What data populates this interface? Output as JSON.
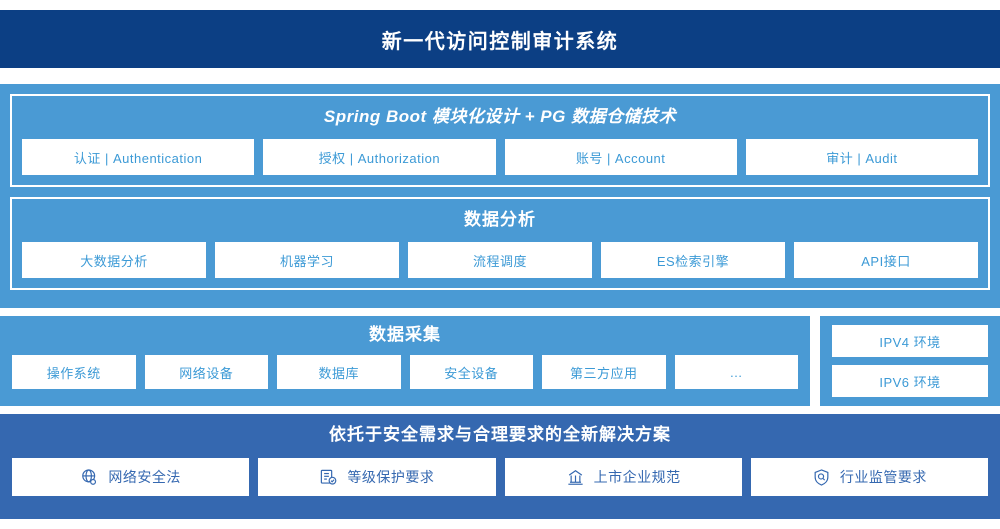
{
  "header": {
    "title": "新一代访问控制审计系统"
  },
  "colors": {
    "header_bg": "#0c3f84",
    "panel_blue": "#4a9ad4",
    "solution_blue": "#3568b0",
    "card_text": "#3c9ad6",
    "card_bg": "#ffffff"
  },
  "architecture": {
    "platform": {
      "title": "Spring Boot 模块化设计 + PG 数据仓储技术",
      "cards": [
        {
          "label": "认证 | Authentication"
        },
        {
          "label": "授权 | Authorization"
        },
        {
          "label": "账号 | Account"
        },
        {
          "label": "审计 | Audit"
        }
      ]
    },
    "analysis": {
      "title": "数据分析",
      "cards": [
        {
          "label": "大数据分析"
        },
        {
          "label": "机器学习"
        },
        {
          "label": "流程调度"
        },
        {
          "label": "ES检索引擎"
        },
        {
          "label": "API接口"
        }
      ]
    }
  },
  "collection": {
    "title": "数据采集",
    "cards": [
      {
        "label": "操作系统"
      },
      {
        "label": "网络设备"
      },
      {
        "label": "数据库"
      },
      {
        "label": "安全设备"
      },
      {
        "label": "第三方应用"
      },
      {
        "label": "…"
      }
    ]
  },
  "environment": {
    "cards": [
      {
        "label": "IPV4 环境"
      },
      {
        "label": "IPV6 环境"
      }
    ]
  },
  "solution": {
    "title": "依托于安全需求与合理要求的全新解决方案",
    "cards": [
      {
        "label": "网络安全法",
        "icon": "globe-icon"
      },
      {
        "label": "等级保护要求",
        "icon": "document-check-icon"
      },
      {
        "label": "上市企业规范",
        "icon": "bank-icon"
      },
      {
        "label": "行业监管要求",
        "icon": "shield-search-icon"
      }
    ]
  }
}
